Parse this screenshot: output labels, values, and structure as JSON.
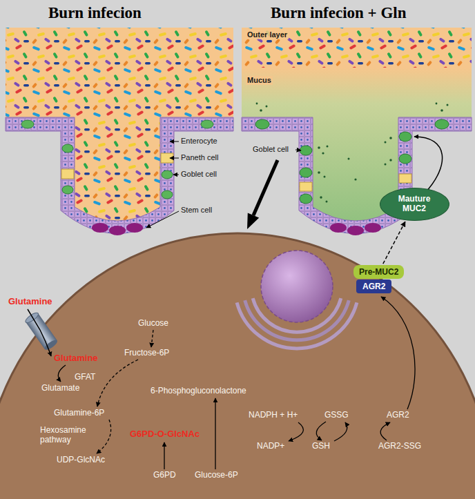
{
  "diagram": {
    "nodes": [
      {
        "text": [
          "Mauture MUC2"
        ]
      },
      {
        "text": [
          "Pre-MUC2"
        ]
      },
      {
        "text": [
          "AGR2"
        ]
      }
    ],
    "edges": [
      {
        "from": 1,
        "to": 0,
        "arrow": "to"
      }
    ],
    "labels": [
      "Burn infecion",
      "Burn infecion + Gln",
      "Outer layer",
      "Mucus",
      "Enterocyte",
      "Paneth cell",
      "Goblet cell",
      "Stem cell",
      "Goblet cell",
      "Glutamine",
      "Glucose",
      "Fructose-6P",
      "Glutamine",
      "GFAT",
      "Glutamate",
      "Glutamine-6P",
      "Hexosamine pathway",
      "6-Phosphogluconolactone",
      "NADPH + H+",
      "GSSG",
      "AGR2",
      "G6PD-O-GlcNAc",
      "NADP+",
      "GSH",
      "AGR2-SSG",
      "UDP-GlcNAc",
      "Glucose-6P",
      "G6PD"
    ]
  }
}
